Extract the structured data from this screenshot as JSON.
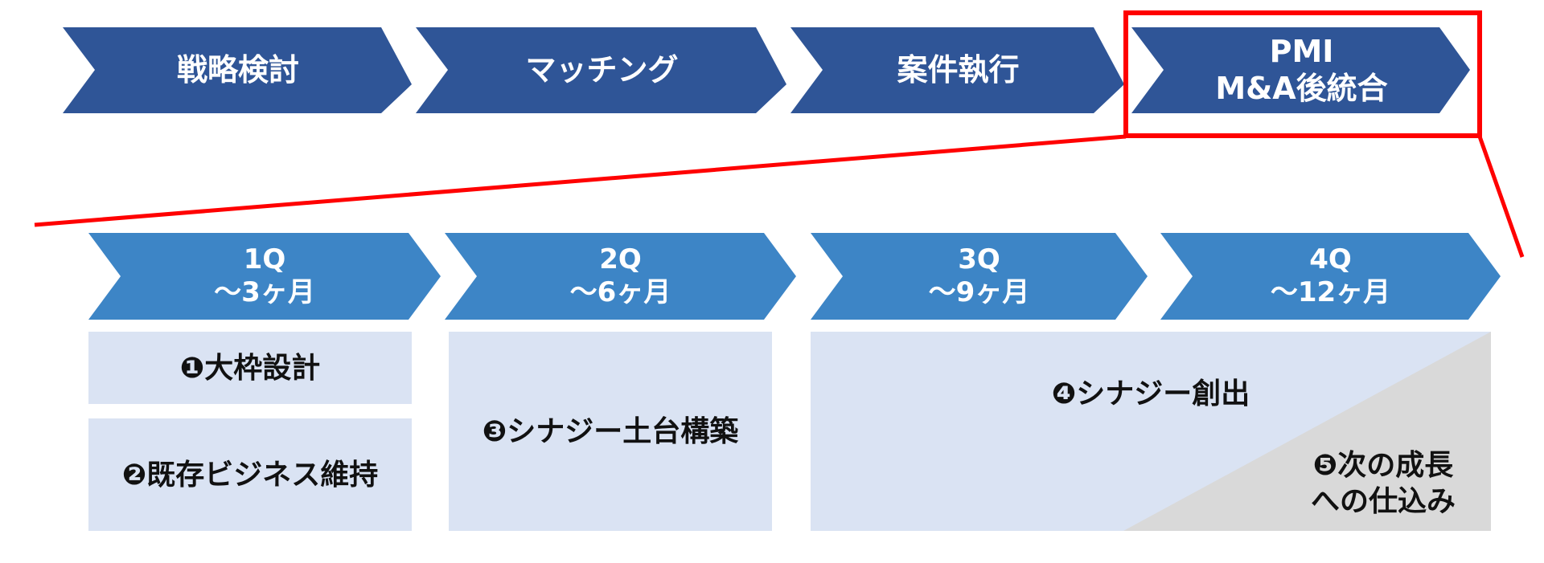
{
  "colors": {
    "phase_arrow": "#2F5597",
    "quarter_arrow": "#3D85C6",
    "box_fill": "#DAE3F3",
    "next_growth_fill": "#D9D9D9",
    "highlight": "#FF0000",
    "arrow_text": "#FFFFFF",
    "box_text": "#111111"
  },
  "phases": [
    {
      "lines": [
        "戦略検討"
      ]
    },
    {
      "lines": [
        "マッチング"
      ]
    },
    {
      "lines": [
        "案件執行"
      ]
    },
    {
      "lines": [
        "PMI",
        "M&A後統合"
      ],
      "highlighted": true
    }
  ],
  "quarters": [
    {
      "q": "1Q",
      "period": "～3ヶ月"
    },
    {
      "q": "2Q",
      "period": "～6ヶ月"
    },
    {
      "q": "3Q",
      "period": "～9ヶ月"
    },
    {
      "q": "4Q",
      "period": "～12ヶ月"
    }
  ],
  "tasks": {
    "t1": {
      "lines": [
        "❶大枠設計"
      ]
    },
    "t2": {
      "lines": [
        "❷既存ビジネス維持"
      ]
    },
    "t3": {
      "lines": [
        "❸シナジー土台構築"
      ]
    },
    "t4": {
      "lines": [
        "❹シナジー創出"
      ]
    },
    "t5": {
      "lines": [
        "❺次の成長",
        "への仕込み"
      ]
    }
  }
}
